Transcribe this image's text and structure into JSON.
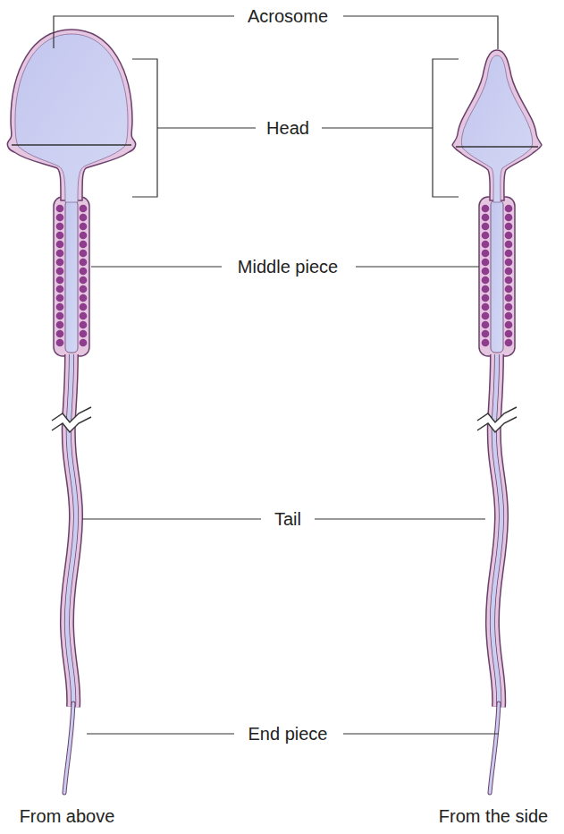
{
  "diagram": {
    "labels": [
      "Acrosome",
      "Head",
      "Middle piece",
      "Tail",
      "End piece",
      "From above",
      "From the side"
    ]
  }
}
